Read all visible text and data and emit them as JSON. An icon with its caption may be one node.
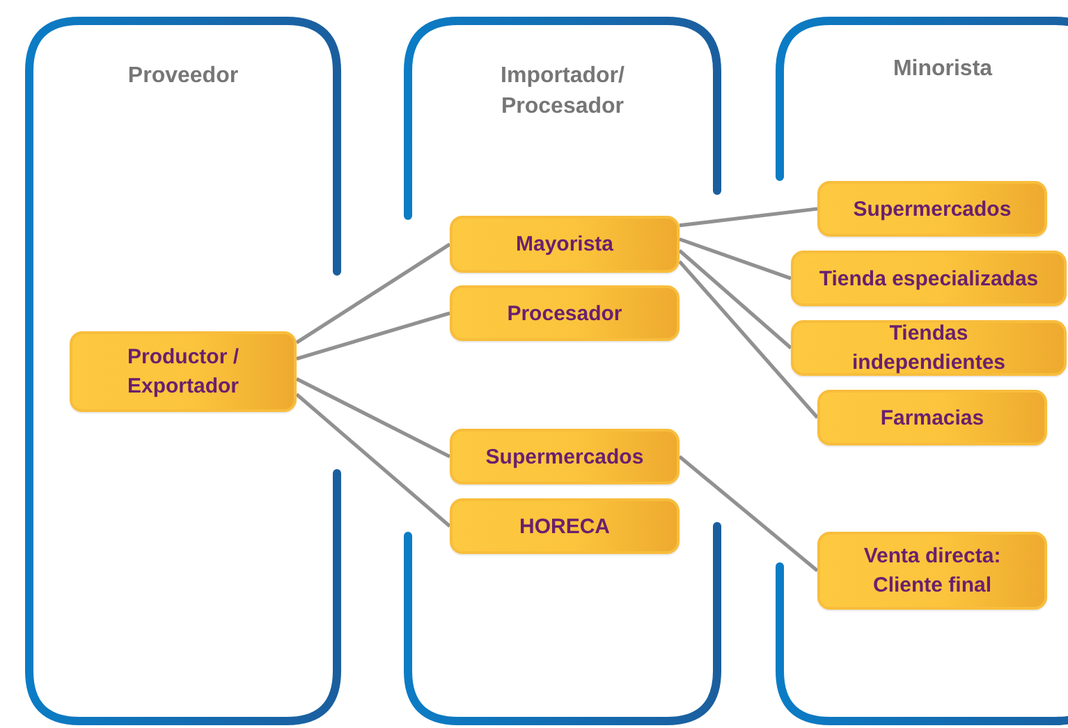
{
  "diagram": {
    "nodes": [
      {
        "text": [
          "Proveedor"
        ]
      },
      {
        "text": [
          "Importador/ Procesador"
        ]
      },
      {
        "text": [
          "Minorista"
        ]
      },
      {
        "text": [
          "Productor / Exportador"
        ],
        "in": 0
      },
      {
        "text": [
          "Mayorista"
        ],
        "in": 1
      },
      {
        "text": [
          "Procesador"
        ],
        "in": 1
      },
      {
        "text": [
          "Supermercados"
        ],
        "in": 1
      },
      {
        "text": [
          "HORECA"
        ],
        "in": 1
      },
      {
        "text": [
          "Supermercados"
        ],
        "in": 2
      },
      {
        "text": [
          "Tienda especializadas"
        ],
        "in": 2
      },
      {
        "text": [
          "Tiendas independientes"
        ],
        "in": 2
      },
      {
        "text": [
          "Farmacias"
        ],
        "in": 2
      },
      {
        "text": [
          "Venta directa: Cliente final"
        ],
        "in": 2
      }
    ],
    "edges": [
      {
        "from": 3,
        "to": 4,
        "arrow": "none"
      },
      {
        "from": 3,
        "to": 5,
        "arrow": "none"
      },
      {
        "from": 3,
        "to": 6,
        "arrow": "none"
      },
      {
        "from": 3,
        "to": 7,
        "arrow": "none"
      },
      {
        "from": 4,
        "to": 8,
        "arrow": "none"
      },
      {
        "from": 4,
        "to": 9,
        "arrow": "none"
      },
      {
        "from": 4,
        "to": 10,
        "arrow": "none"
      },
      {
        "from": 4,
        "to": 11,
        "arrow": "none"
      },
      {
        "from": 6,
        "to": 12,
        "arrow": "none"
      }
    ]
  }
}
